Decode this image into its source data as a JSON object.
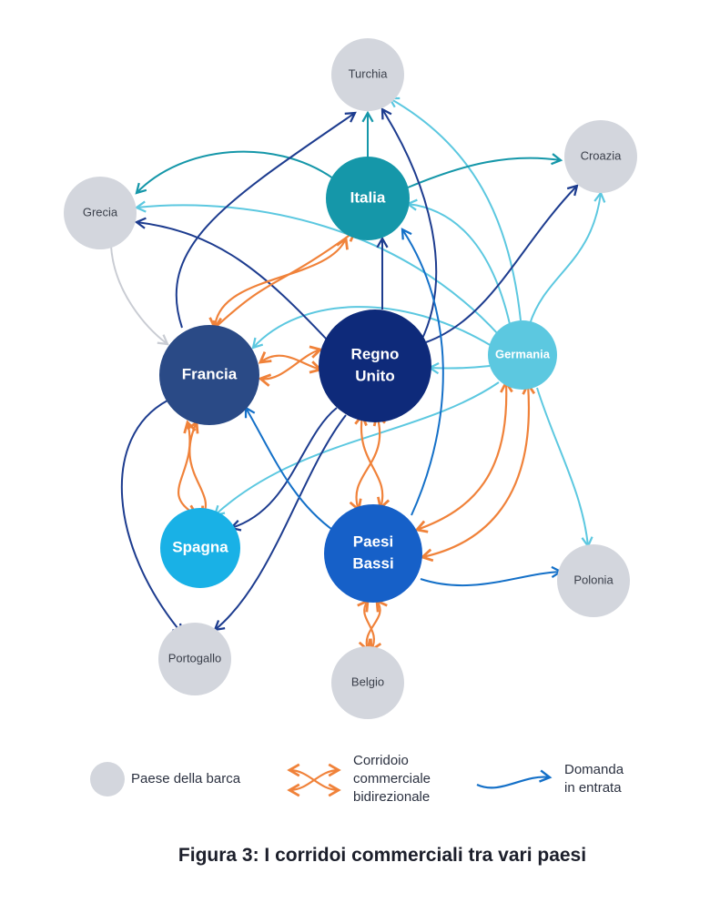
{
  "colors": {
    "grey_node": "#d3d6dd",
    "francia": "#2a4a86",
    "regno_unito": "#0e2a7a",
    "italia": "#1597a9",
    "germania": "#5cc8e0",
    "spagna": "#19b1e6",
    "paesi_bassi": "#1660c8",
    "bidirectional": "#f0823a",
    "incoming_light": "#5cc8e0",
    "incoming_dark": "#1d3c8f",
    "incoming_mid": "#1470c8"
  },
  "nodes": {
    "turchia": "Turchia",
    "croazia": "Croazia",
    "grecia": "Grecia",
    "italia": "Italia",
    "francia": "Francia",
    "regno_unito_1": "Regno",
    "regno_unito_2": "Unito",
    "germania": "Germania",
    "spagna": "Spagna",
    "paesi_bassi_1": "Paesi",
    "paesi_bassi_2": "Bassi",
    "polonia": "Polonia",
    "portogallo": "Portogallo",
    "belgio": "Belgio"
  },
  "legend": {
    "boat_country": "Paese della barca",
    "bidirectional_line1": "Corridoio",
    "bidirectional_line2": "commerciale",
    "bidirectional_line3": "bidirezionale",
    "incoming_line1": "Domanda",
    "incoming_line2": "in entrata"
  },
  "caption": "Figura 3: I corridoi commerciali tra vari paesi"
}
